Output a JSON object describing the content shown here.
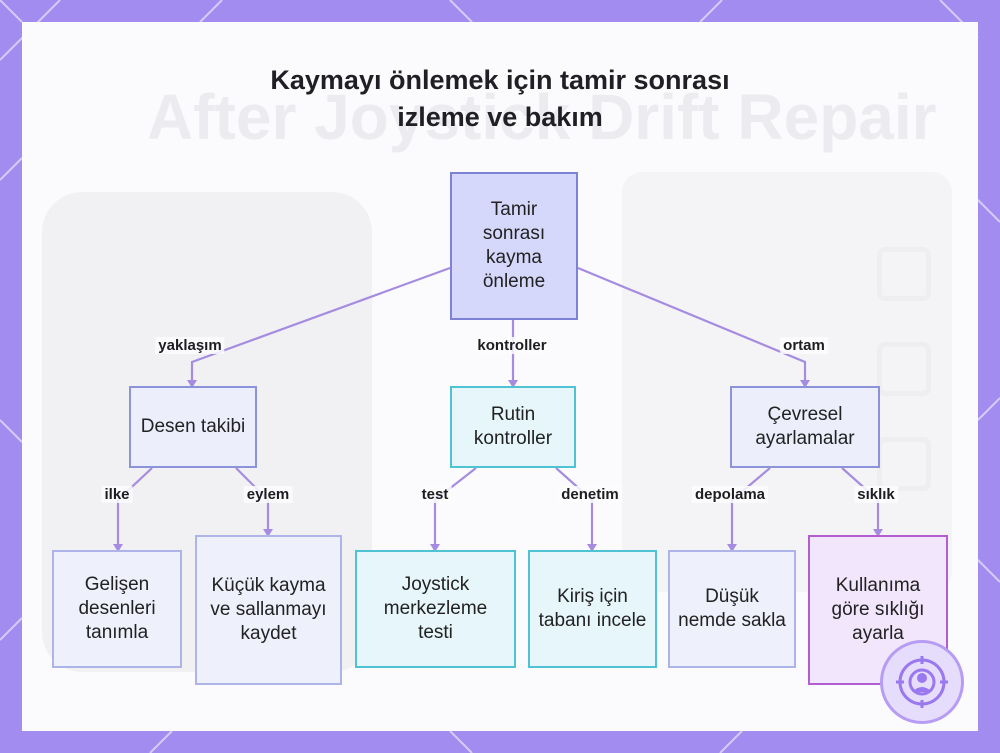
{
  "title_line1": "Kaymayı önlemek için tamir sonrası",
  "title_line2": "izleme ve bakım",
  "background_text": "After Joystick Drift Repair",
  "colors": {
    "frame": "#a38cf0",
    "root_fill": "#d6d8fb",
    "cyan_border": "#4ec3d4",
    "purple_border": "#b35ed0",
    "edge": "#a58ce0"
  },
  "nodes": {
    "root": "Tamir sonrası kayma önleme",
    "pattern": "Desen takibi",
    "routine": "Rutin kontroller",
    "env": "Çevresel ayarlamalar",
    "identify": "Gelişen desenleri tanımla",
    "record": "Küçük kayma ve sallanmayı kaydet",
    "joystick": "Joystick merkezleme testi",
    "beam": "Kiriş için tabanı incele",
    "store": "Düşük nemde sakla",
    "adjust": "Kullanıma göre sıklığı ayarla"
  },
  "edges": {
    "approach": "yaklaşım",
    "checks": "kontroller",
    "environment": "ortam",
    "principle": "ilke",
    "action": "eylem",
    "test": "test",
    "inspection": "denetim",
    "storage": "depolama",
    "frequency": "sıklık"
  },
  "logo_icon": "target-user-icon"
}
